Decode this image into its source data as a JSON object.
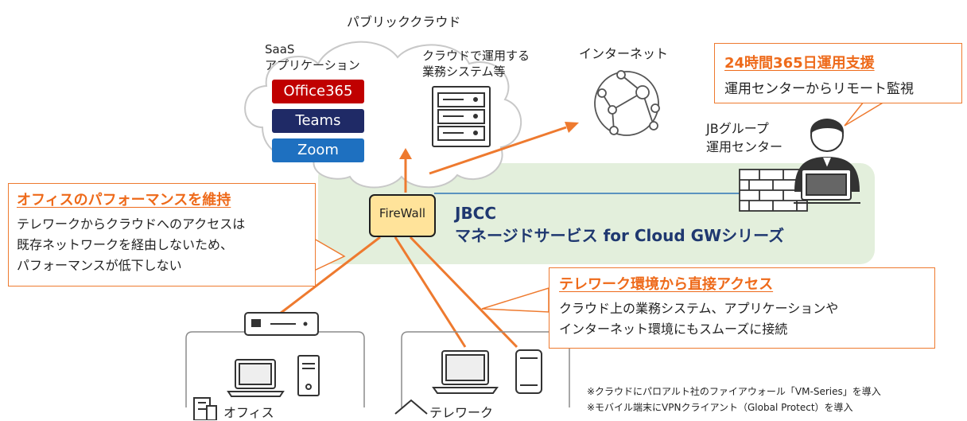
{
  "cloud": {
    "title": "パブリッククラウド"
  },
  "saas": {
    "title_line1": "SaaS",
    "title_line2": "アプリケーション",
    "apps": [
      {
        "label": "Office365",
        "color": "#c00000"
      },
      {
        "label": "Teams",
        "color": "#1f2a66"
      },
      {
        "label": "Zoom",
        "color": "#1e70c0"
      }
    ]
  },
  "cloud_system": {
    "line1": "クラウドで運用する",
    "line2": "業務システム等"
  },
  "internet": {
    "label": "インターネット"
  },
  "support_box": {
    "title": "24時間365日運用支援",
    "body": "運用センターからリモート監視"
  },
  "center": {
    "line1": "JBグループ",
    "line2": "運用センター"
  },
  "firewall": {
    "label": "FireWall"
  },
  "service": {
    "line1": "JBCC",
    "line2": "マネージドサービス for Cloud GWシリーズ"
  },
  "office_box": {
    "title": "オフィスのパフォーマンスを維持",
    "lines": [
      "テレワークからクラウドへのアクセスは",
      "既存ネットワークを経由しないため、",
      "パフォーマンスが低下しない"
    ]
  },
  "telework_box": {
    "title": "テレワーク環境から直接アクセス",
    "lines": [
      "クラウド上の業務システム、アプリケーションや",
      "インターネット環境にもスムーズに接続"
    ]
  },
  "sites": {
    "office": "オフィス",
    "telework": "テレワーク"
  },
  "notes": [
    "※クラウドにパロアルト社のファイアウォール「VM-Series」を導入",
    "※モバイル端末にVPNクライアント（Global Protect）を導入"
  ],
  "colors": {
    "accent": "#ee7a2f",
    "band": "#e3efdc",
    "firewall": "#ffe39a",
    "line_blue": "#2e75b6"
  }
}
